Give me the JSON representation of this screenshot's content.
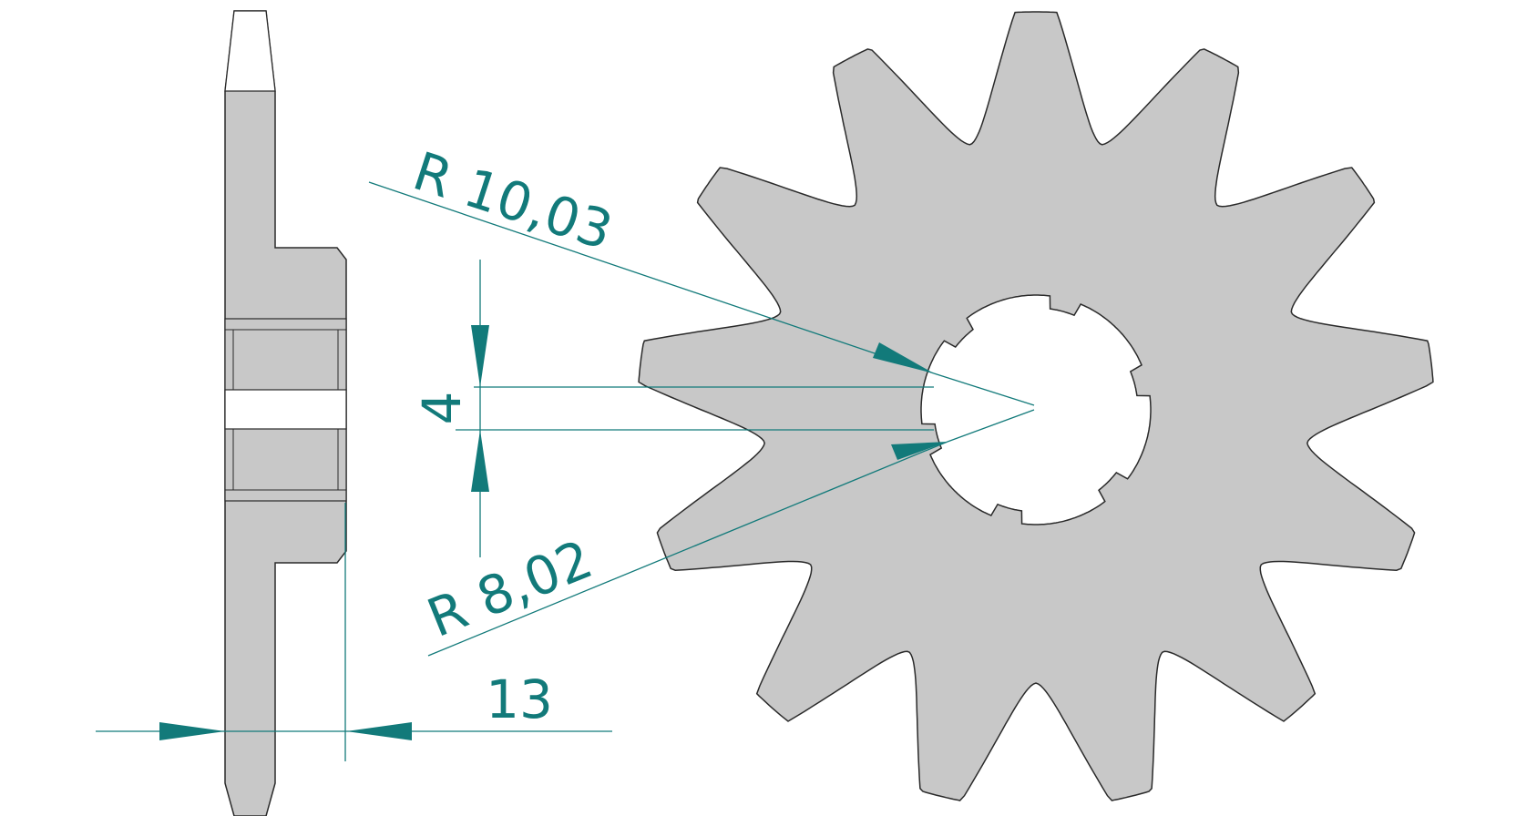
{
  "colors": {
    "part_fill": "#c8c8c8",
    "part_stroke": "#2a2a2a",
    "dimension": "#127a7a",
    "background": "#ffffff"
  },
  "dimensions": {
    "outer_radius_label": "R  10,03",
    "inner_radius_label": "R  8,02",
    "key_width_label": "4",
    "thickness_label": "13"
  },
  "sprocket": {
    "teeth": 13,
    "hub_splines": 6
  }
}
